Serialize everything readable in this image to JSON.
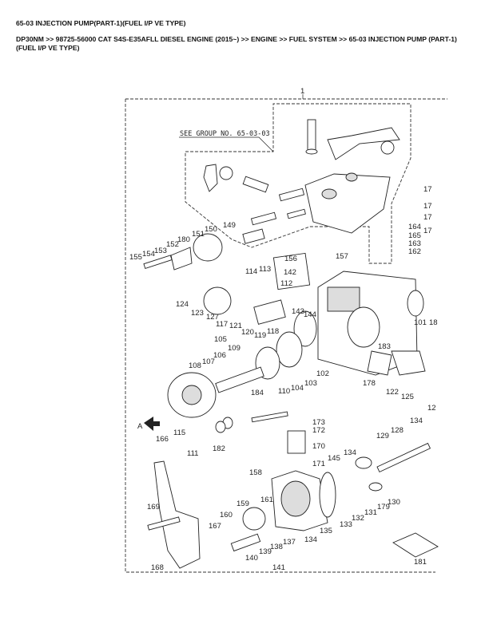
{
  "page": {
    "title": "65-03 INJECTION PUMP(PART-1)(FUEL I/P VE TYPE)",
    "breadcrumb": "DP30NM >> 98725-56000 CAT S4S-E35AFLL DIESEL ENGINE (2015~) >> ENGINE >> FUEL SYSTEM >> 65-03 INJECTION PUMP (PART-1)(FUEL I/P VE TYPE)"
  },
  "diagram": {
    "assembly_label": "1",
    "see_group_note": "SEE GROUP NO. 65-03-03",
    "view_arrow_label": "A",
    "part_labels": [
      "17",
      "17",
      "17",
      "17",
      "164",
      "165",
      "163",
      "162",
      "149",
      "150",
      "151",
      "180",
      "152",
      "153",
      "154",
      "155",
      "156",
      "157",
      "142",
      "114",
      "113",
      "112",
      "124",
      "123",
      "127",
      "117",
      "121",
      "120",
      "119",
      "118",
      "143",
      "144",
      "101",
      "18",
      "183",
      "178",
      "122",
      "125",
      "12",
      "105",
      "109",
      "106",
      "107",
      "108",
      "184",
      "110",
      "104",
      "103",
      "102",
      "166",
      "115",
      "111",
      "182",
      "173",
      "172",
      "170",
      "171",
      "145",
      "134",
      "129",
      "128",
      "134",
      "158",
      "159",
      "161",
      "160",
      "169",
      "167",
      "168",
      "133",
      "132",
      "131",
      "179",
      "130",
      "135",
      "134",
      "137",
      "138",
      "139",
      "140",
      "141",
      "181"
    ]
  }
}
